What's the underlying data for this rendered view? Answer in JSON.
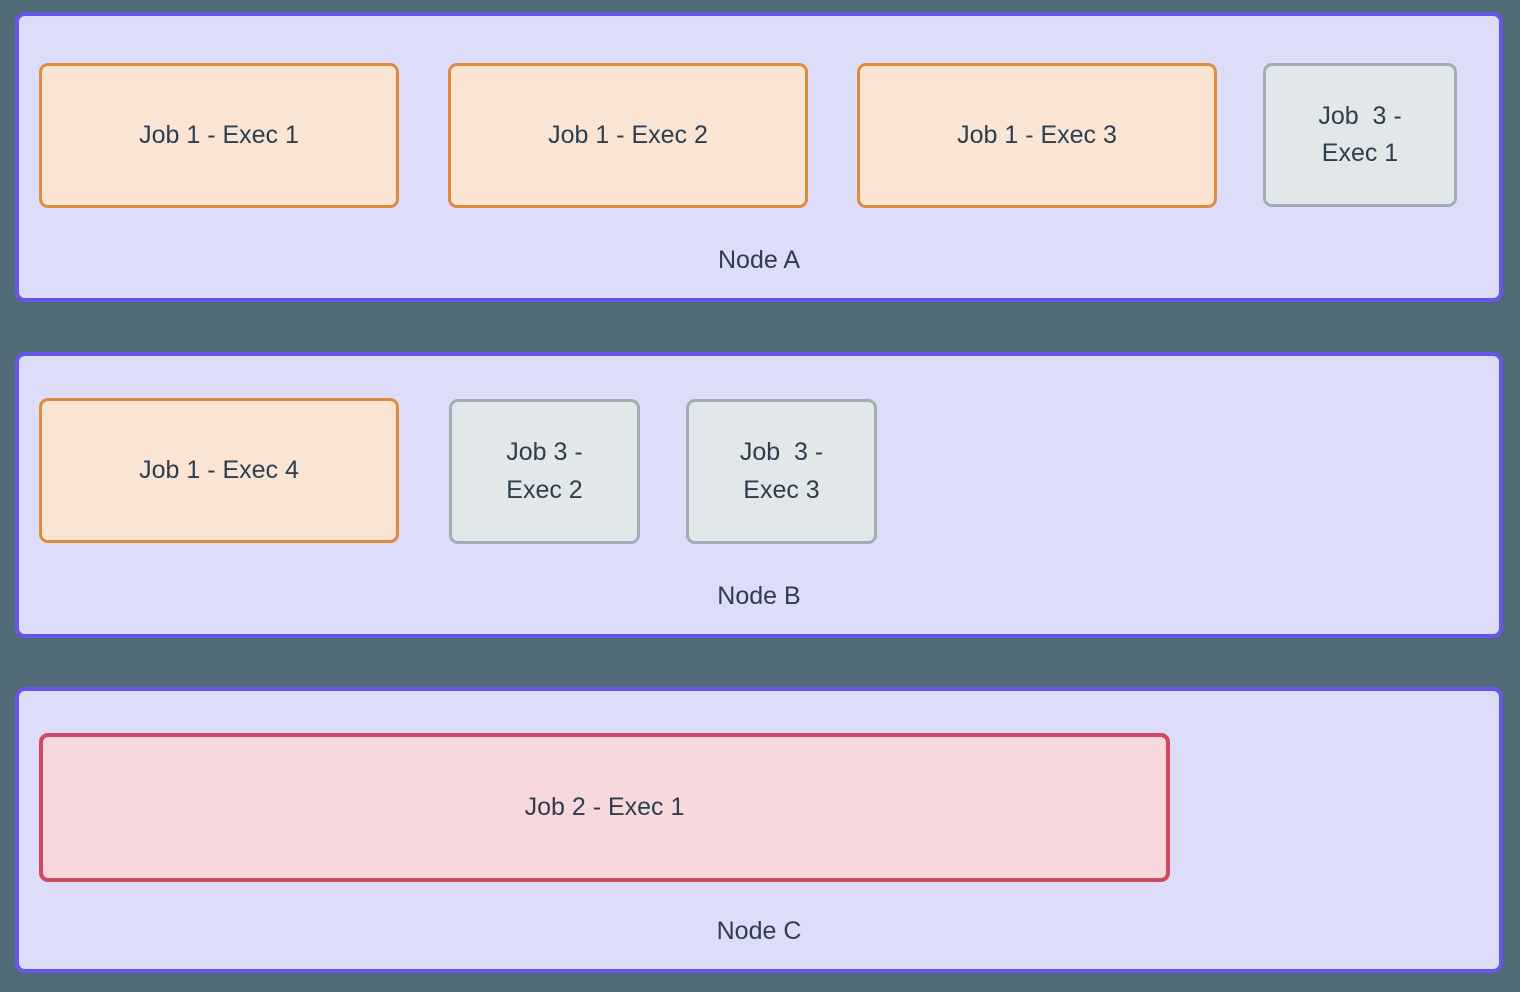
{
  "colors": {
    "background": "#506b76",
    "node_fill": "#dddcf9",
    "node_border": "#6558e9",
    "job1_fill": "#fae5d4",
    "job1_border": "#e08a3c",
    "job2_fill": "#f7d8dc",
    "job2_border": "#d0495e",
    "job3_fill": "#e2e7e9",
    "job3_border": "#a0adb4",
    "text": "#2d3e4f"
  },
  "nodes": [
    {
      "label": "Node A",
      "executors": [
        {
          "job": "job1",
          "label": "Job 1 - Exec 1"
        },
        {
          "job": "job1",
          "label": "Job 1 - Exec 2"
        },
        {
          "job": "job1",
          "label": "Job 1 - Exec 3"
        },
        {
          "job": "job3",
          "label": "Job  3 -\nExec 1"
        }
      ]
    },
    {
      "label": "Node B",
      "executors": [
        {
          "job": "job1",
          "label": "Job 1 - Exec 4"
        },
        {
          "job": "job3",
          "label": "Job 3 -\nExec 2"
        },
        {
          "job": "job3",
          "label": "Job  3 -\nExec 3"
        }
      ]
    },
    {
      "label": "Node C",
      "executors": [
        {
          "job": "job2",
          "label": "Job 2 - Exec 1"
        }
      ]
    }
  ]
}
